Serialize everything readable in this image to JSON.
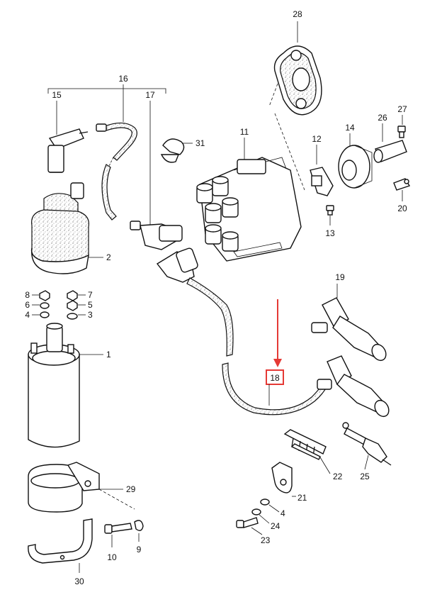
{
  "highlight": {
    "color": "#e53935",
    "selected_part": "18"
  },
  "callouts": {
    "n28": "28",
    "n16": "16",
    "n15": "15",
    "n17": "17",
    "n11": "11",
    "n12": "12",
    "n14": "14",
    "n26": "26",
    "n27": "27",
    "n31": "31",
    "n2": "2",
    "n20": "20",
    "n13": "13",
    "n8": "8",
    "n7": "7",
    "n6": "6",
    "n5": "5",
    "n4a": "4",
    "n3": "3",
    "n19": "19",
    "n1": "1",
    "n18": "18",
    "n22": "22",
    "n25": "25",
    "n29": "29",
    "n21": "21",
    "n4b": "4",
    "n24": "24",
    "n9": "9",
    "n10": "10",
    "n23": "23",
    "n30": "30"
  }
}
